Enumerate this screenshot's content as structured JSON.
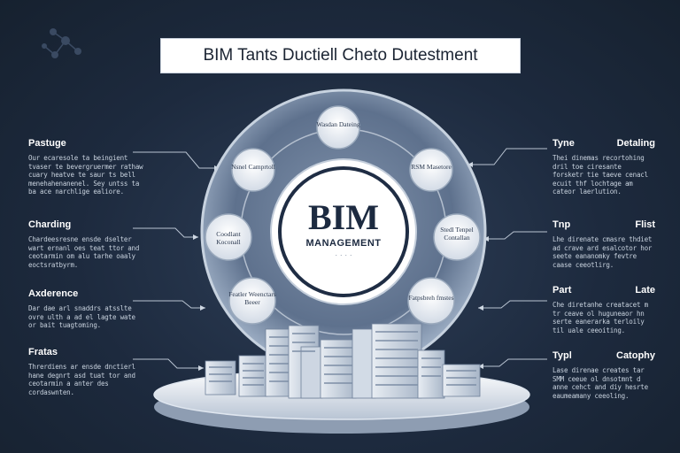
{
  "title": "BIM Tants Ductiell Cheto Dutestment",
  "center": {
    "main": "BIM",
    "sub": "MANAGEMENT",
    "dots": "· · · ·"
  },
  "nodes": [
    {
      "id": "top",
      "label": "Wasdan Dateing"
    },
    {
      "id": "upper-left",
      "label": "Nsnel Camprtoll"
    },
    {
      "id": "upper-right",
      "label": "RSM Masetore"
    },
    {
      "id": "left",
      "label": "Coodlant Koconall"
    },
    {
      "id": "right",
      "label": "Stedl Tenpel Contallan"
    },
    {
      "id": "lower-left",
      "label": "Featler Weenctars Beeer"
    },
    {
      "id": "lower-right",
      "label": "Fatpsbreh fmstes"
    }
  ],
  "left_blocks": [
    {
      "head": "Pastuge",
      "body": "Our ecaresole ta beingient tvaser te bevergruermer rathaw cuary heatve te saur ts bell menehahenanenel. Sey untss ta ba ace narchlige ealiore."
    },
    {
      "head": "Charding",
      "body": "Chardeesresne ensde dselter wart ernanl oes teat ttor and ceotarmin om alu tarhe oaaly eoctsratbyrm."
    },
    {
      "head": "Axderence",
      "body": "Dar dae arl snaddrs atsslte ovre ulth a ad el lagte wate or bait tuagtoming."
    },
    {
      "head": "Fratas",
      "body": "Threrdiens ar ensde dnctierl hane degnrt asd tuat tor and ceotarmin a anter des cordaswnten."
    }
  ],
  "right_blocks": [
    {
      "head_a": "Tyne",
      "head_b": "Detaling",
      "body": "Thei dinemas recortohing dril toe ciresante forsketr tie taeve cenacl ecuit thf lochtage am cateor laerlution."
    },
    {
      "head_a": "Tnp",
      "head_b": "Flist",
      "body": "Lhe direnate cmasre thdiet ad crave ard esalcotor hor seete eananomky fevtre caase ceeotlirg."
    },
    {
      "head_a": "Part",
      "head_b": "Late",
      "body": "Che diretanhe creatacet m tr ceave ol huguneaor hn serte eanerarka terloily til uale ceeoiting."
    },
    {
      "head_a": "Typl",
      "head_b": "Catophy",
      "body": "Lase direnae creates tar SMM ceeue ol dnsotmnt d anne cehct and diy hesrte eaumeamany ceeoling."
    }
  ]
}
